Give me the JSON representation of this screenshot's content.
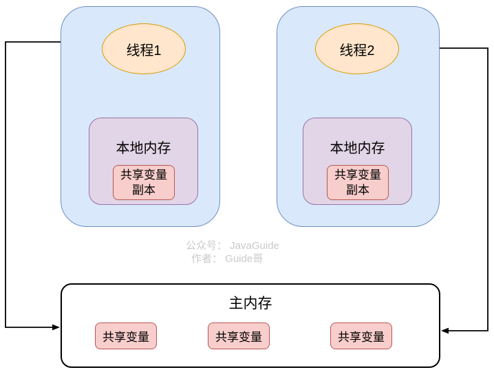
{
  "colors": {
    "container_fill": "#dae8fc",
    "container_border": "#6c8ebf",
    "thread_fill": "#ffe6cc",
    "thread_border": "#d79b00",
    "local_memory_fill": "#e1d5e7",
    "local_memory_border": "#9673a6",
    "variable_fill": "#f8cecc",
    "variable_border": "#b85450",
    "arrow": "#000000",
    "main_memory_fill": "#ffffff",
    "main_memory_border": "#000000",
    "watermark": "#c9c9c9"
  },
  "threads": [
    {
      "label": "线程1",
      "local_memory_label": "本地内存",
      "shared_copy_label": "共享变量副本"
    },
    {
      "label": "线程2",
      "local_memory_label": "本地内存",
      "shared_copy_label": "共享变量副本"
    }
  ],
  "main_memory": {
    "title": "主内存",
    "variables": [
      "共享变量",
      "共享变量",
      "共享变量"
    ]
  },
  "watermark": {
    "line1": "公众号： JavaGuide",
    "line2": "作者： Guide哥"
  }
}
